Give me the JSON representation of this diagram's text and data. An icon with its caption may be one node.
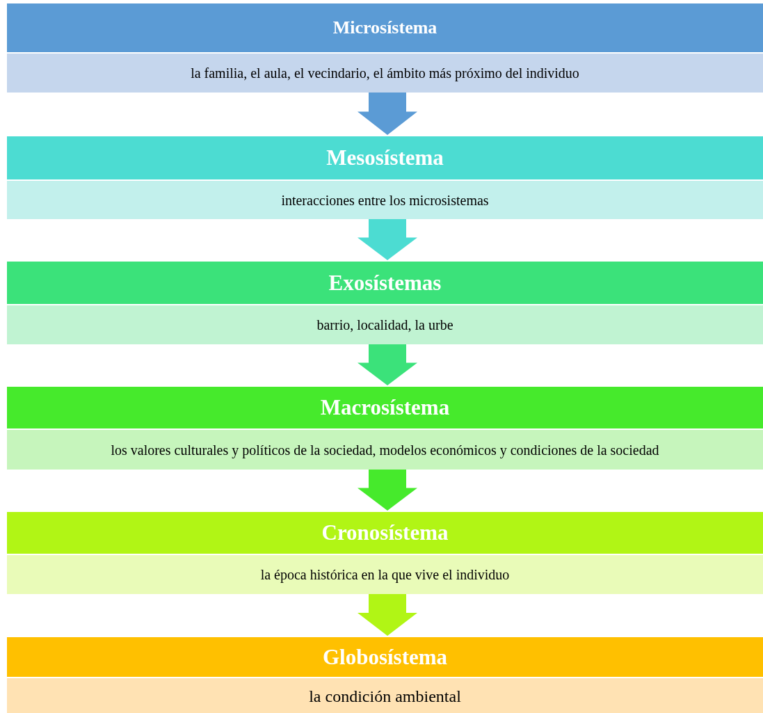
{
  "diagram": {
    "nodes": [
      {
        "text": [
          "Microsístema",
          "la familia, el aula, el vecindario, el ámbito más próximo del individuo"
        ]
      },
      {
        "text": [
          "Mesosístema",
          "interacciones entre los microsistemas"
        ]
      },
      {
        "text": [
          "Exosístemas",
          "barrio, localidad, la urbe"
        ]
      },
      {
        "text": [
          "Macrosístema",
          "los valores culturales y políticos de la sociedad, modelos económicos y condiciones de la sociedad"
        ]
      },
      {
        "text": [
          "Cronosístema",
          "la época histórica en la que vive el individuo"
        ]
      },
      {
        "text": [
          "Globosístema",
          "la condición ambiental"
        ]
      }
    ],
    "edges": [
      {
        "from": 0,
        "to": 1,
        "arrow": "to",
        "color": "#5b9bd5"
      },
      {
        "from": 1,
        "to": 2,
        "arrow": "to",
        "color": "#4cdcd2"
      },
      {
        "from": 2,
        "to": 3,
        "arrow": "to",
        "color": "#3be27a"
      },
      {
        "from": 3,
        "to": 4,
        "arrow": "to",
        "color": "#46ea2c"
      },
      {
        "from": 4,
        "to": 5,
        "arrow": "to",
        "color": "#b1f515"
      }
    ]
  }
}
